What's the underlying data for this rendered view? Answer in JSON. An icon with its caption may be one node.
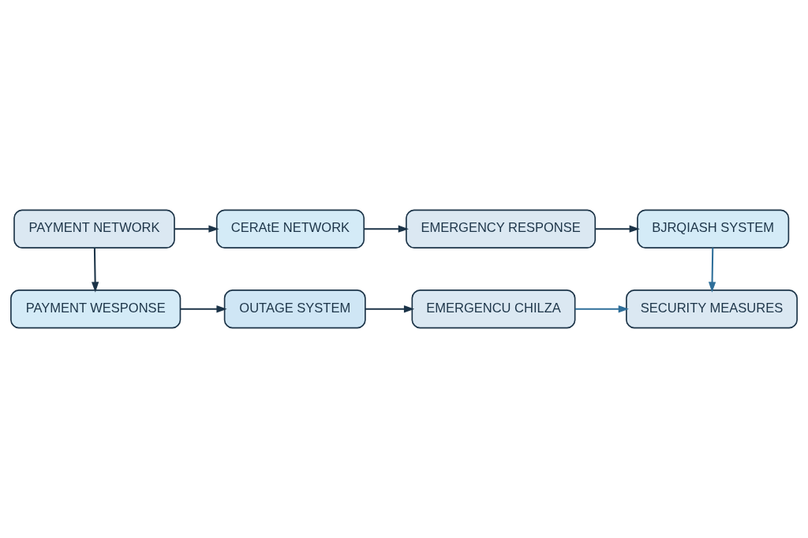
{
  "diagram": {
    "nodes": [
      {
        "text": [
          "PAYMENT NETWORK"
        ]
      },
      {
        "text": [
          "CERAtE NETWORK"
        ]
      },
      {
        "text": [
          "EMERGENCY RESPONSE"
        ]
      },
      {
        "text": [
          "BJRQIASH SYSTEM"
        ]
      },
      {
        "text": [
          "PAYMENT WESPONSE"
        ]
      },
      {
        "text": [
          "OUTAGE SYSTEM"
        ]
      },
      {
        "text": [
          "EMERGENCU CHILZA"
        ]
      },
      {
        "text": [
          "SECURITY MEASURES"
        ]
      }
    ],
    "edges": [
      {
        "from": 0,
        "to": 1,
        "arrow": "to"
      },
      {
        "from": 1,
        "to": 2,
        "arrow": "to"
      },
      {
        "from": 2,
        "to": 3,
        "arrow": "to"
      },
      {
        "from": 0,
        "to": 4,
        "arrow": "to"
      },
      {
        "from": 3,
        "to": 7,
        "arrow": "to",
        "color": "#2f6f9a"
      },
      {
        "from": 4,
        "to": 5,
        "arrow": "to"
      },
      {
        "from": 5,
        "to": 6,
        "arrow": "to"
      },
      {
        "from": 6,
        "to": 7,
        "arrow": "to",
        "color": "#2f6f9a"
      }
    ]
  }
}
